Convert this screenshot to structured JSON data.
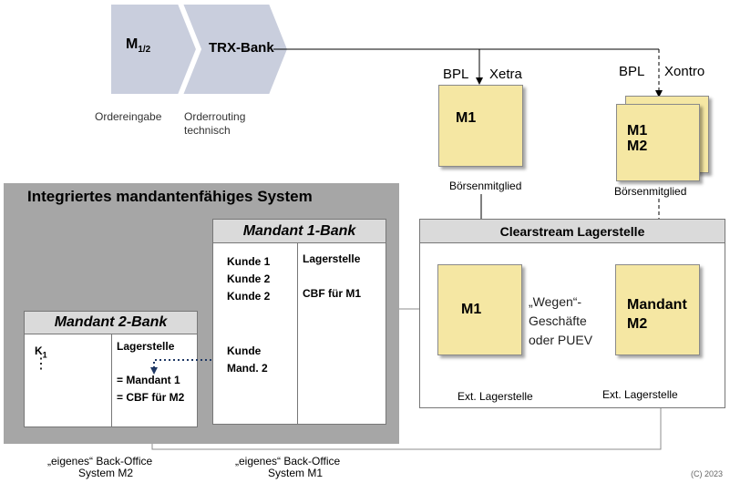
{
  "header": {
    "chevron1": {
      "label": "M",
      "sub": "1/2"
    },
    "chevron2": {
      "label": "TRX-Bank"
    },
    "caption1": "Ordereingabe",
    "caption2_line1": "Orderrouting",
    "caption2_line2": "technisch"
  },
  "xetra": {
    "bpl": "BPL",
    "venue": "Xetra",
    "box_label": "M1",
    "caption": "Börsenmitglied"
  },
  "xontro": {
    "bpl": "BPL",
    "venue": "Xontro",
    "box_line1": "M1",
    "box_line2": "M2",
    "caption": "Börsenmitglied"
  },
  "system": {
    "title": "Integriertes mandantenfähiges System",
    "mandant1": {
      "title": "Mandant 1-Bank",
      "left_lines": [
        "Kunde 1",
        "Kunde 2",
        "Kunde 2"
      ],
      "left_lower": [
        "Kunde",
        "Mand. 2"
      ],
      "right_lines": [
        "Lagerstelle",
        "",
        "CBF für M1"
      ]
    },
    "mandant2": {
      "title": "Mandant 2-Bank",
      "k_label": "K",
      "k_sub": "1",
      "dots": "⋮",
      "right_top": "Lagerstelle",
      "right_lines": [
        "= Mandant 1",
        "= CBF für M2"
      ]
    }
  },
  "clearstream": {
    "title": "Clearstream Lagerstelle",
    "m1_box": "M1",
    "mandant_box_line1": "Mandant",
    "mandant_box_line2": "M2",
    "middle_line1": "„Wegen“-",
    "middle_line2": "Geschäfte",
    "middle_line3": "oder PUEV",
    "ext1": "Ext. Lagerstelle",
    "ext2": "Ext. Lagerstelle"
  },
  "footer": {
    "bo_m2_line1": "„eigenes“ Back-Office",
    "bo_m2_line2": "System M2",
    "bo_m1_line1": "„eigenes“ Back-Office",
    "bo_m1_line2": "System M1",
    "copyright": "(C) 2023"
  },
  "colors": {
    "chevron_fill": "#c9cedd",
    "box_fill": "#f5e7a3",
    "system_bg": "#a6a6a6",
    "header_fill": "#dadada"
  }
}
